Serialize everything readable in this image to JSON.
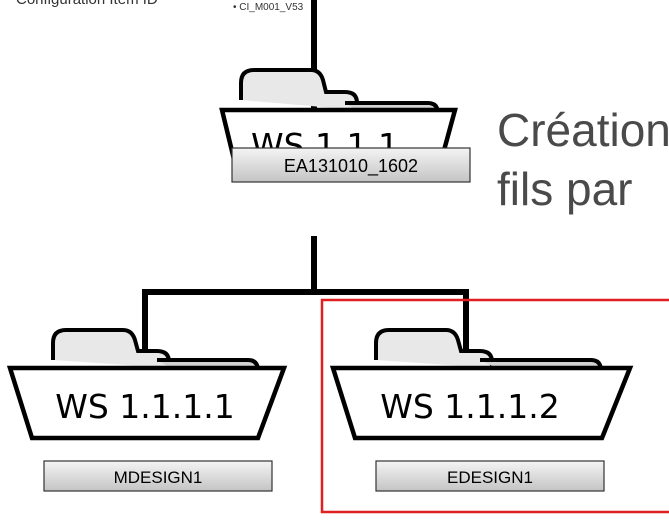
{
  "header": {
    "ci_label": "Configuration Item ID",
    "ci_value": "• CI_M001_V53"
  },
  "headline": {
    "line1": "Création",
    "line2": "fils par"
  },
  "tree": {
    "root": {
      "folder": "WS 1.1.1",
      "tag": "EA131010_1602"
    },
    "left": {
      "folder": "WS 1.1.1.1",
      "tag": "MDESIGN1"
    },
    "right": {
      "folder": "WS 1.1.1.2",
      "tag": "EDESIGN1"
    }
  },
  "colors": {
    "highlight": "#e02020",
    "folder_fill": "#e8e8e8",
    "tag_fill": "#d6d6d6"
  }
}
